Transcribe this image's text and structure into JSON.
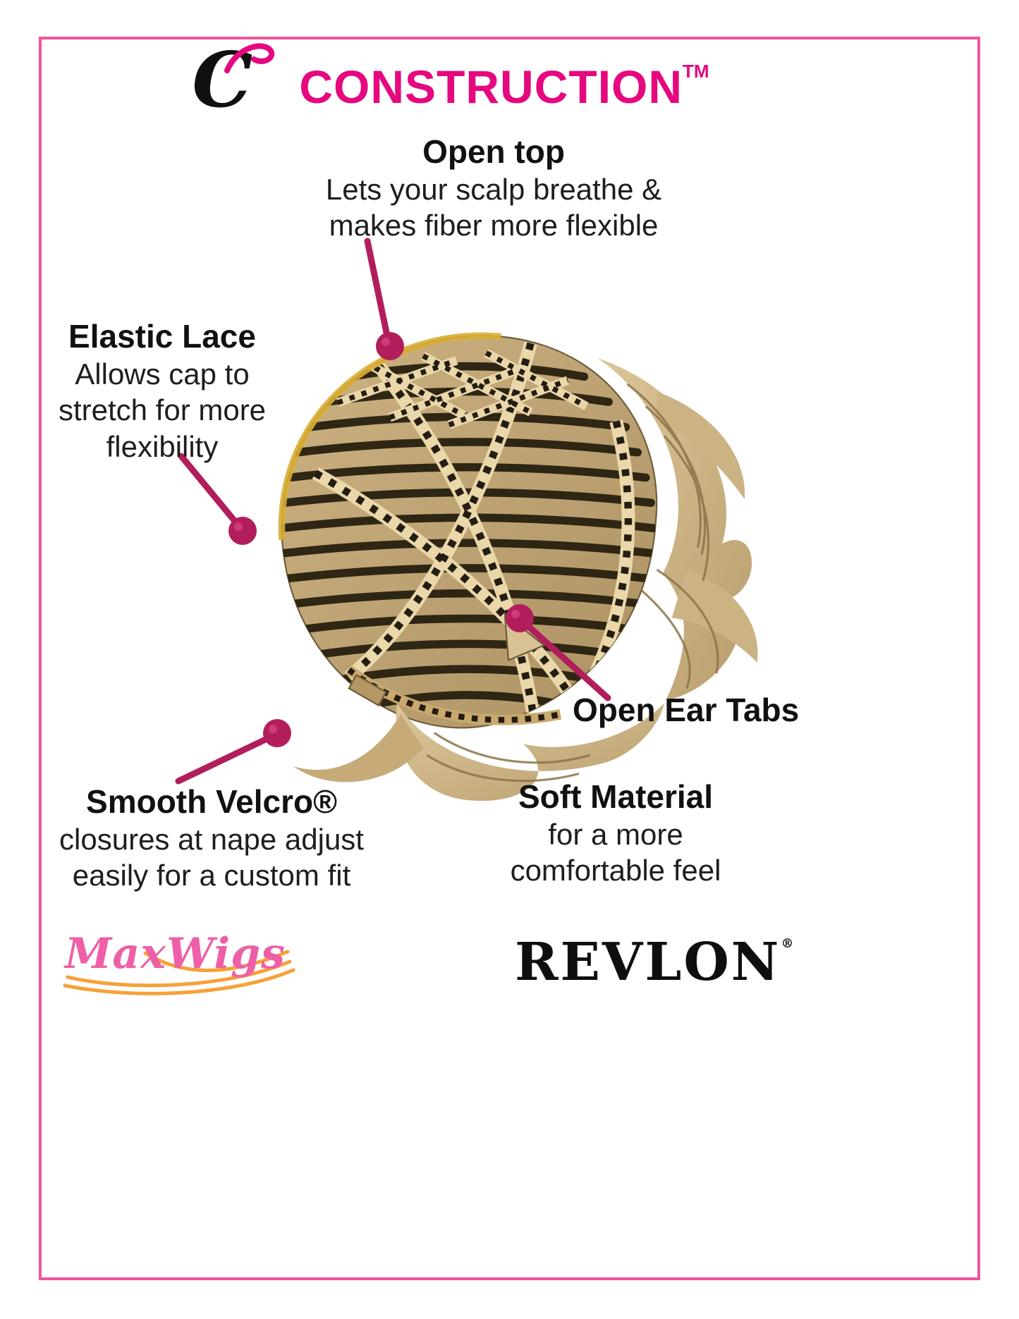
{
  "header": {
    "logo_letter": "C",
    "title": "CONSTRUCTION",
    "trademark": "TM"
  },
  "callouts": {
    "open_top": {
      "title": "Open top",
      "lines": [
        "Lets your scalp breathe &",
        "makes fiber more flexible"
      ]
    },
    "elastic_lace": {
      "title": "Elastic Lace",
      "lines": [
        "Allows cap to",
        "stretch for more",
        "flexibility"
      ]
    },
    "open_ear_tabs": {
      "title": "Open Ear Tabs"
    },
    "smooth_velcro": {
      "title": "Smooth Velcro®",
      "lines": [
        "closures at nape adjust",
        "easily for a custom fit"
      ]
    },
    "soft_material": {
      "title": "Soft Material",
      "lines": [
        "for a more",
        "comfortable feel"
      ]
    }
  },
  "footer": {
    "left_brand": "MaxWigs",
    "right_brand": "REVLON",
    "registered_mark": "®"
  },
  "colors": {
    "title_pink": "#e5087e",
    "frame_pink": "#f0549e",
    "callout_crimson": "#b21e5b",
    "swoosh_orange": "#f79b2e",
    "maxwigs_pink": "#ee5fa7"
  }
}
